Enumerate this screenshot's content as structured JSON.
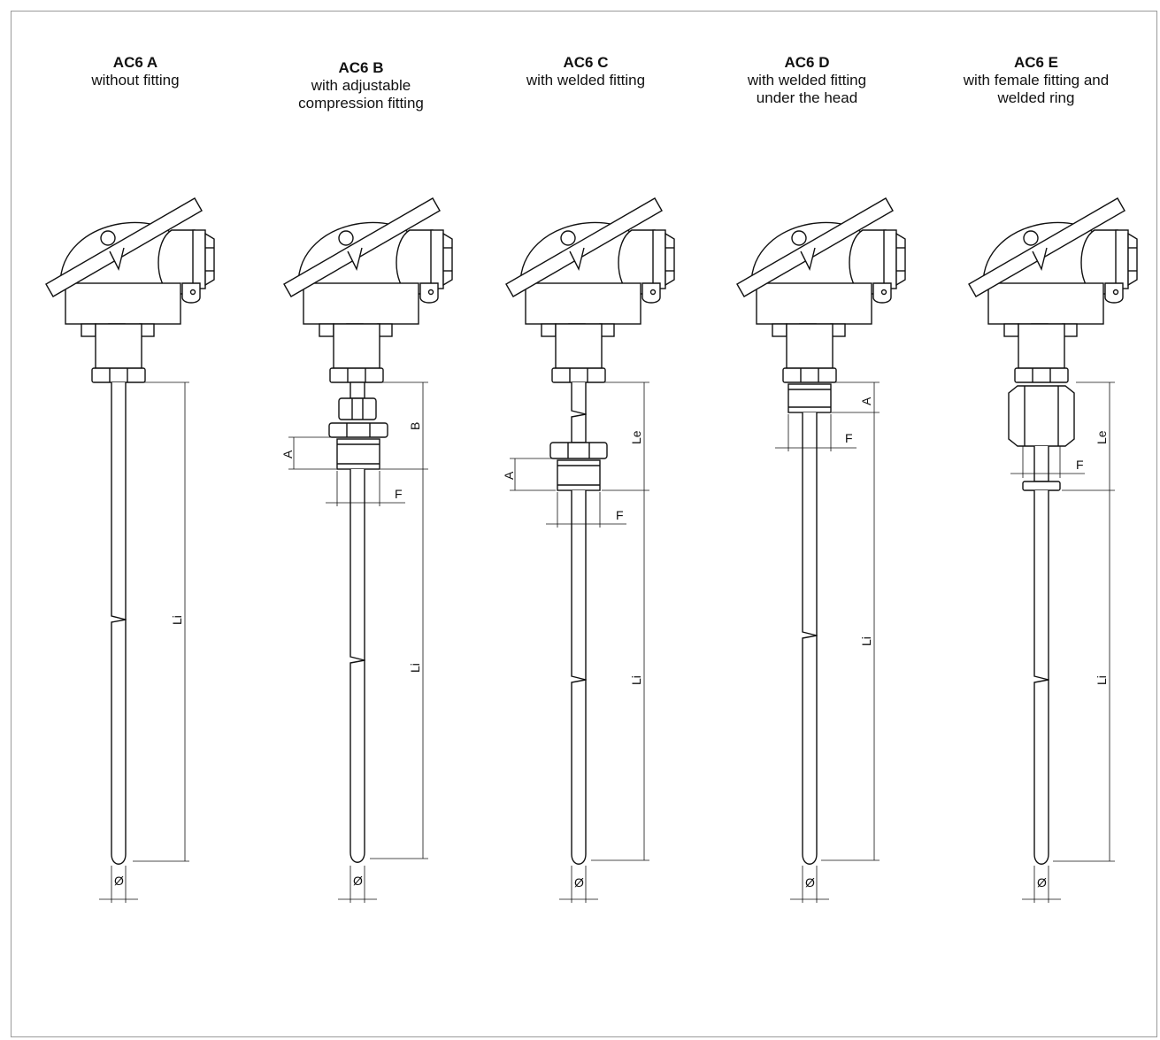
{
  "variants": [
    {
      "code": "AC6 A",
      "description": "without fitting"
    },
    {
      "code": "AC6 B",
      "description": "with adjustable\ncompression fitting"
    },
    {
      "code": "AC6 C",
      "description": "with welded fitting"
    },
    {
      "code": "AC6 D",
      "description": "with welded fitting\nunder the head"
    },
    {
      "code": "AC6 E",
      "description": "with female fitting and\nwelded ring"
    }
  ],
  "dimension_labels": {
    "insertion_length": "Li",
    "extension_length": "Le",
    "thread_length": "A",
    "compression_length": "B",
    "thread": "F",
    "diameter": "Ø"
  }
}
